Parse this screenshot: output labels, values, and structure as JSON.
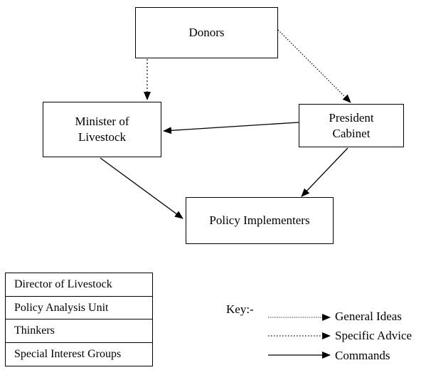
{
  "diagram": {
    "nodes": {
      "donors": "Donors",
      "minister": [
        "Minister of",
        "Livestock"
      ],
      "president": [
        "President",
        "Cabinet"
      ],
      "policy": "Policy Implementers"
    },
    "edges": [
      {
        "from": "Donors",
        "to": "Minister of Livestock",
        "type": "General Ideas"
      },
      {
        "from": "Donors",
        "to": "President Cabinet",
        "type": "Specific Advice"
      },
      {
        "from": "President Cabinet",
        "to": "Minister of Livestock",
        "type": "Commands"
      },
      {
        "from": "Minister of Livestock",
        "to": "Policy Implementers",
        "type": "Commands"
      },
      {
        "from": "President Cabinet",
        "to": "Policy Implementers",
        "type": "Commands"
      }
    ]
  },
  "table": {
    "rows": [
      "Director of Livestock",
      "Policy Analysis Unit",
      "Thinkers",
      "Special Interest Groups"
    ]
  },
  "key": {
    "title": "Key:-",
    "items": [
      "General Ideas",
      "Specific Advice",
      "Commands"
    ]
  }
}
